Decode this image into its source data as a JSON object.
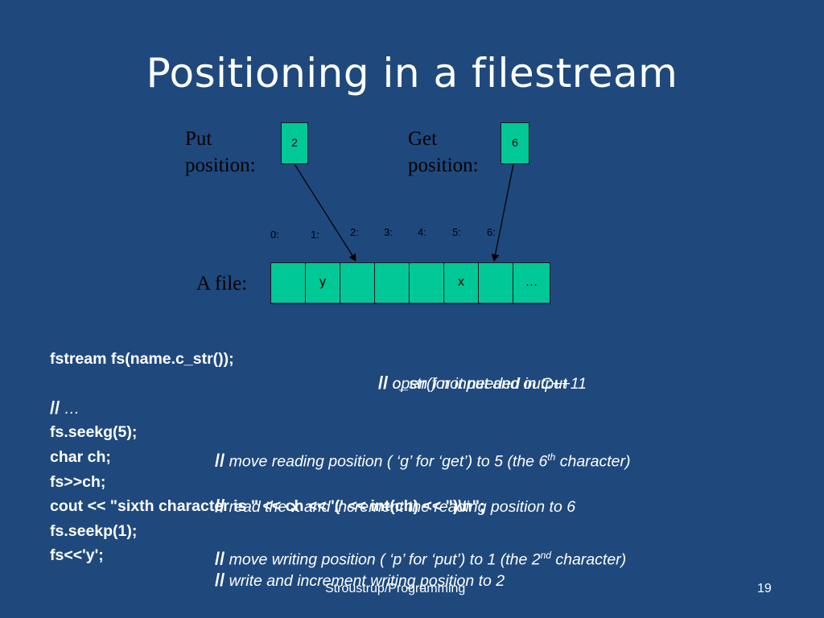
{
  "title": "Positioning in a filestream",
  "put": {
    "label_line1": "Put",
    "label_line2": "position:",
    "value": "2"
  },
  "get": {
    "label_line1": "Get",
    "label_line2": "position:",
    "value": "6"
  },
  "file_label": "A file:",
  "indices": [
    "0:",
    "1:",
    "2:",
    "3:",
    "4:",
    "5:",
    "6:"
  ],
  "cells": [
    "",
    "y",
    "",
    "",
    "",
    "x",
    "",
    "…"
  ],
  "code": [
    {
      "stmt": "fstream fs(name.c_str());",
      "slash": "//",
      "comment": "open for input and output"
    },
    {
      "stmt": "",
      "slash": "//",
      "comment": "c_str() not needed in C++11"
    },
    {
      "stmt": "",
      "slash": "//",
      "comment": "…"
    },
    {
      "stmt": "fs.seekg(5);",
      "slash": "//",
      "comment": "move reading position ( ‘g’ for ‘get’) to 5 (the 6",
      "sup": "th",
      "after": " character)"
    },
    {
      "stmt": "char ch;",
      "slash": "",
      "comment": ""
    },
    {
      "stmt": "fs>>ch;",
      "slash": "//",
      "comment": "read the ",
      "bold": "x",
      "after": " and increment the reading position to 6"
    },
    {
      "stmt": "cout << \"sixth character is \" << ch << '(' << int(ch) << \")\\n\";",
      "slash": "",
      "comment": ""
    },
    {
      "stmt": "fs.seekp(1);",
      "slash": "//",
      "comment": "move writing position ( ‘p’ for ‘put’) to 1 (the 2",
      "sup": "nd",
      "after": " character)"
    },
    {
      "stmt": "fs<<'y';",
      "slash": "//",
      "comment": "write and increment writing position to 2"
    }
  ],
  "footer": "Stroustrup/Programming",
  "page_number": "19",
  "colors": {
    "background": "#1f497d",
    "box_fill": "#00c896",
    "text": "#ffffff"
  }
}
